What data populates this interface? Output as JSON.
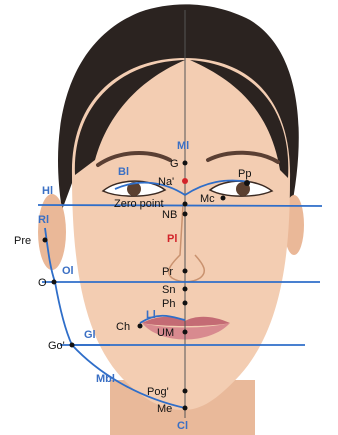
{
  "lines": {
    "midline": "Ml",
    "horizontal_top": "Hl",
    "brow": "Bl",
    "red_center": "Pl",
    "ramus": "Rl",
    "occlusal": "Ol",
    "lip": "Ll",
    "gonial": "Gl",
    "mandibular": "Mbl",
    "chin": "Cl"
  },
  "points": {
    "glabella": "G",
    "nasion": "Na'",
    "zero_point": "Zero point",
    "nasal_bridge": "NB",
    "pupil": "Pp",
    "medial_canthus": "Mc",
    "preauricular": "Pre",
    "otobasion": "O",
    "pronasale": "Pr",
    "subnasale": "Sn",
    "philtrum": "Ph",
    "cheilion": "Ch",
    "lip_midpoint": "UM",
    "gonion": "Go'",
    "pogonion": "Pog'",
    "menton": "Me"
  },
  "colors": {
    "line_blue": "#2f6ec9",
    "label_blue": "#3a6fc4",
    "accent_red": "#d2232a",
    "skin": "#f3cdb2",
    "hair": "#2b2320",
    "lip": "#c9727a"
  }
}
